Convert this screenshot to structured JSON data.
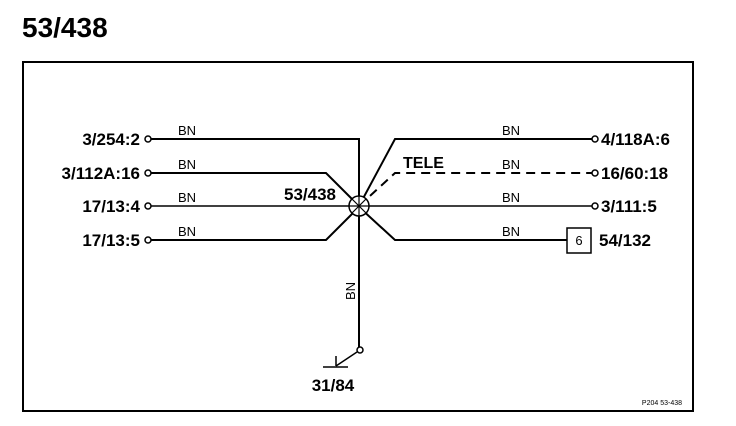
{
  "title": "53/438",
  "splice_label": "53/438",
  "ground_label": "31/84",
  "left_connectors": [
    {
      "label": "3/254:2",
      "wire": "BN"
    },
    {
      "label": "3/112A:16",
      "wire": "BN"
    },
    {
      "label": "17/13:4",
      "wire": "BN"
    },
    {
      "label": "17/13:5",
      "wire": "BN"
    }
  ],
  "right_connectors": [
    {
      "label": "4/118A:6",
      "wire": "BN"
    },
    {
      "label": "16/60:18",
      "wire": "BN",
      "note": "TELE"
    },
    {
      "label": "3/111:5",
      "wire": "BN"
    },
    {
      "label": "54/132",
      "wire": "BN",
      "box": "6"
    }
  ],
  "down_wire": "BN",
  "ref_code": "P204  53-438"
}
